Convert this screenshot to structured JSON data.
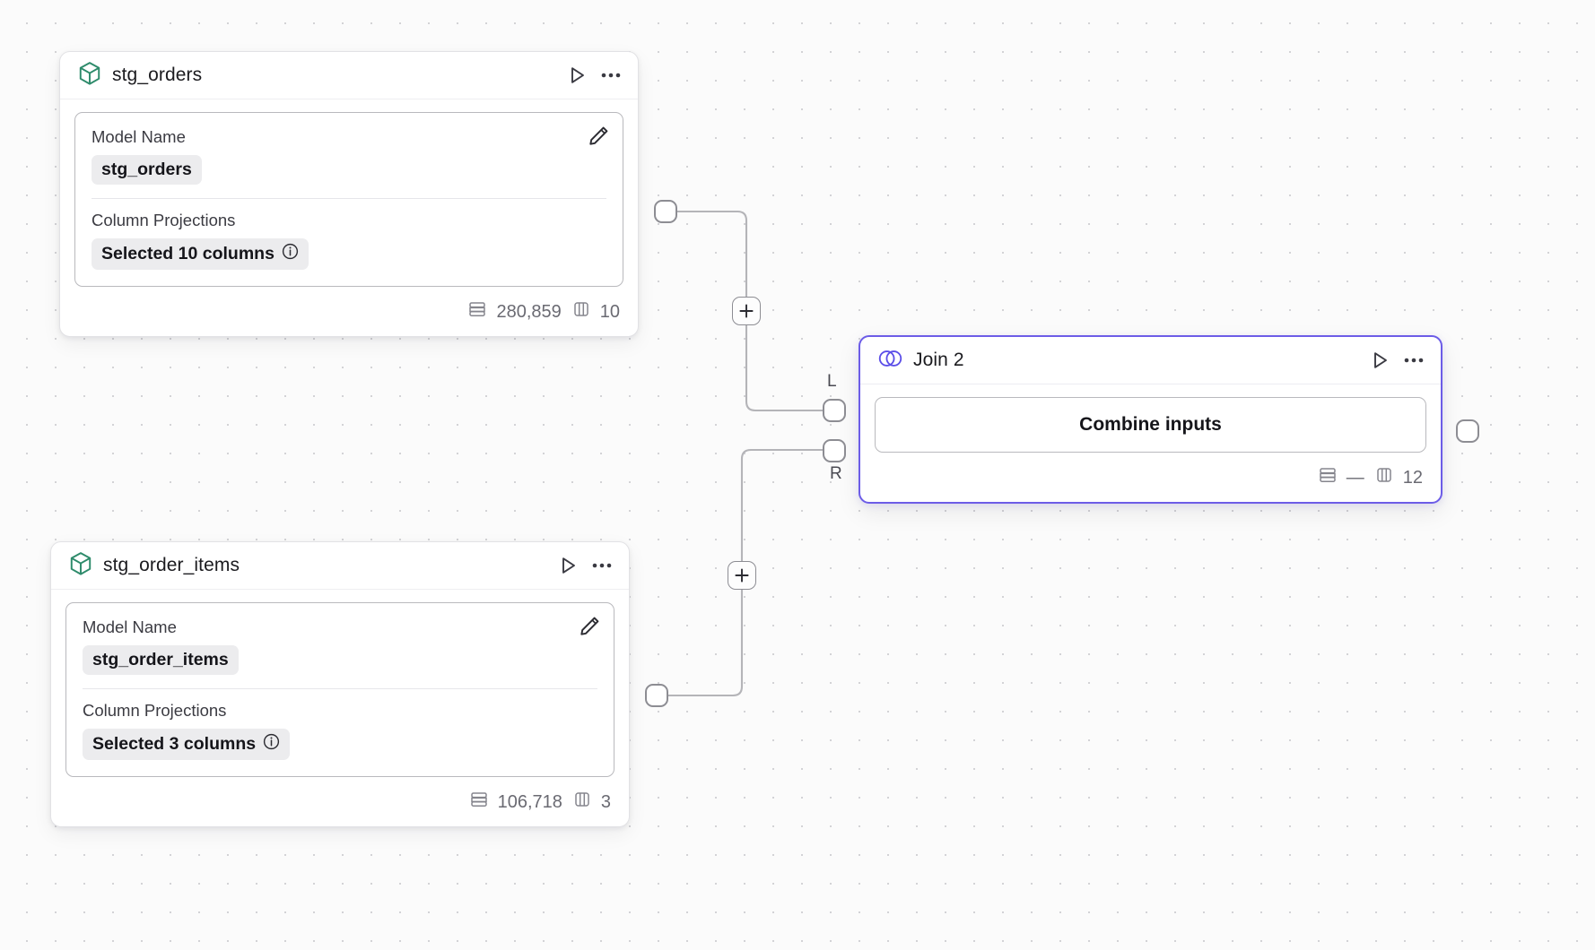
{
  "canvas": {
    "background_color": "#fbfbfb",
    "dot_color": "#d3d3d6",
    "accent_color": "#6c5ce7",
    "model_icon_color": "#2e8b6b",
    "edge_color": "#b4b4b8"
  },
  "nodes": [
    {
      "id": "stg_orders",
      "type": "model",
      "icon": "cube-icon",
      "title": "stg_orders",
      "run_label": "Run",
      "menu_label": "More options",
      "fields": {
        "model_name_label": "Model Name",
        "model_name_value": "stg_orders",
        "column_projections_label": "Column Projections",
        "column_projections_value": "Selected 10 columns"
      },
      "edit_label": "Edit",
      "info_label": "Info",
      "footer": {
        "rows_icon": "rows-icon",
        "rows": "280,859",
        "columns_icon": "columns-icon",
        "columns": "10"
      }
    },
    {
      "id": "stg_order_items",
      "type": "model",
      "icon": "cube-icon",
      "title": "stg_order_items",
      "run_label": "Run",
      "menu_label": "More options",
      "fields": {
        "model_name_label": "Model Name",
        "model_name_value": "stg_order_items",
        "column_projections_label": "Column Projections",
        "column_projections_value": "Selected 3 columns"
      },
      "edit_label": "Edit",
      "info_label": "Info",
      "footer": {
        "rows_icon": "rows-icon",
        "rows": "106,718",
        "columns_icon": "columns-icon",
        "columns": "3"
      }
    },
    {
      "id": "join_2",
      "type": "join",
      "icon": "venn-icon",
      "title": "Join 2",
      "selected": true,
      "run_label": "Run",
      "menu_label": "More options",
      "body_label": "Combine inputs",
      "footer": {
        "rows_icon": "rows-icon",
        "rows": "—",
        "columns_icon": "columns-icon",
        "columns": "12"
      }
    }
  ],
  "ports": {
    "left_input_label": "L",
    "right_input_label": "R"
  },
  "edge_buttons": {
    "add_label": "+"
  }
}
